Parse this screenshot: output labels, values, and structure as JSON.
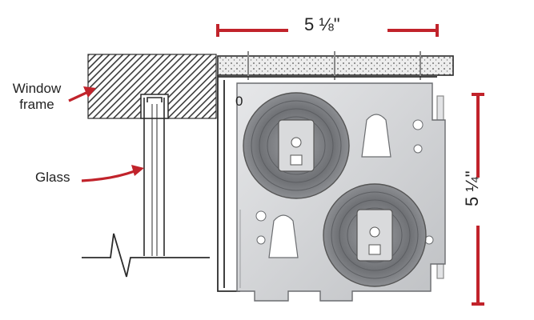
{
  "labels": {
    "window_frame_line1": "Window",
    "window_frame_line2": "frame",
    "glass": "Glass",
    "width_dimension": "5 ⅛\"",
    "height_dimension": "5 ¼\"",
    "bracket_marker": "0"
  },
  "colors": {
    "dimension_red": "#c1232b",
    "line": "#2b2b2b",
    "metal_light": "#d9dadc",
    "metal_mid": "#b4b6b9",
    "spring_dark": "#7a7c80",
    "board_fill": "#e9e9e9"
  }
}
